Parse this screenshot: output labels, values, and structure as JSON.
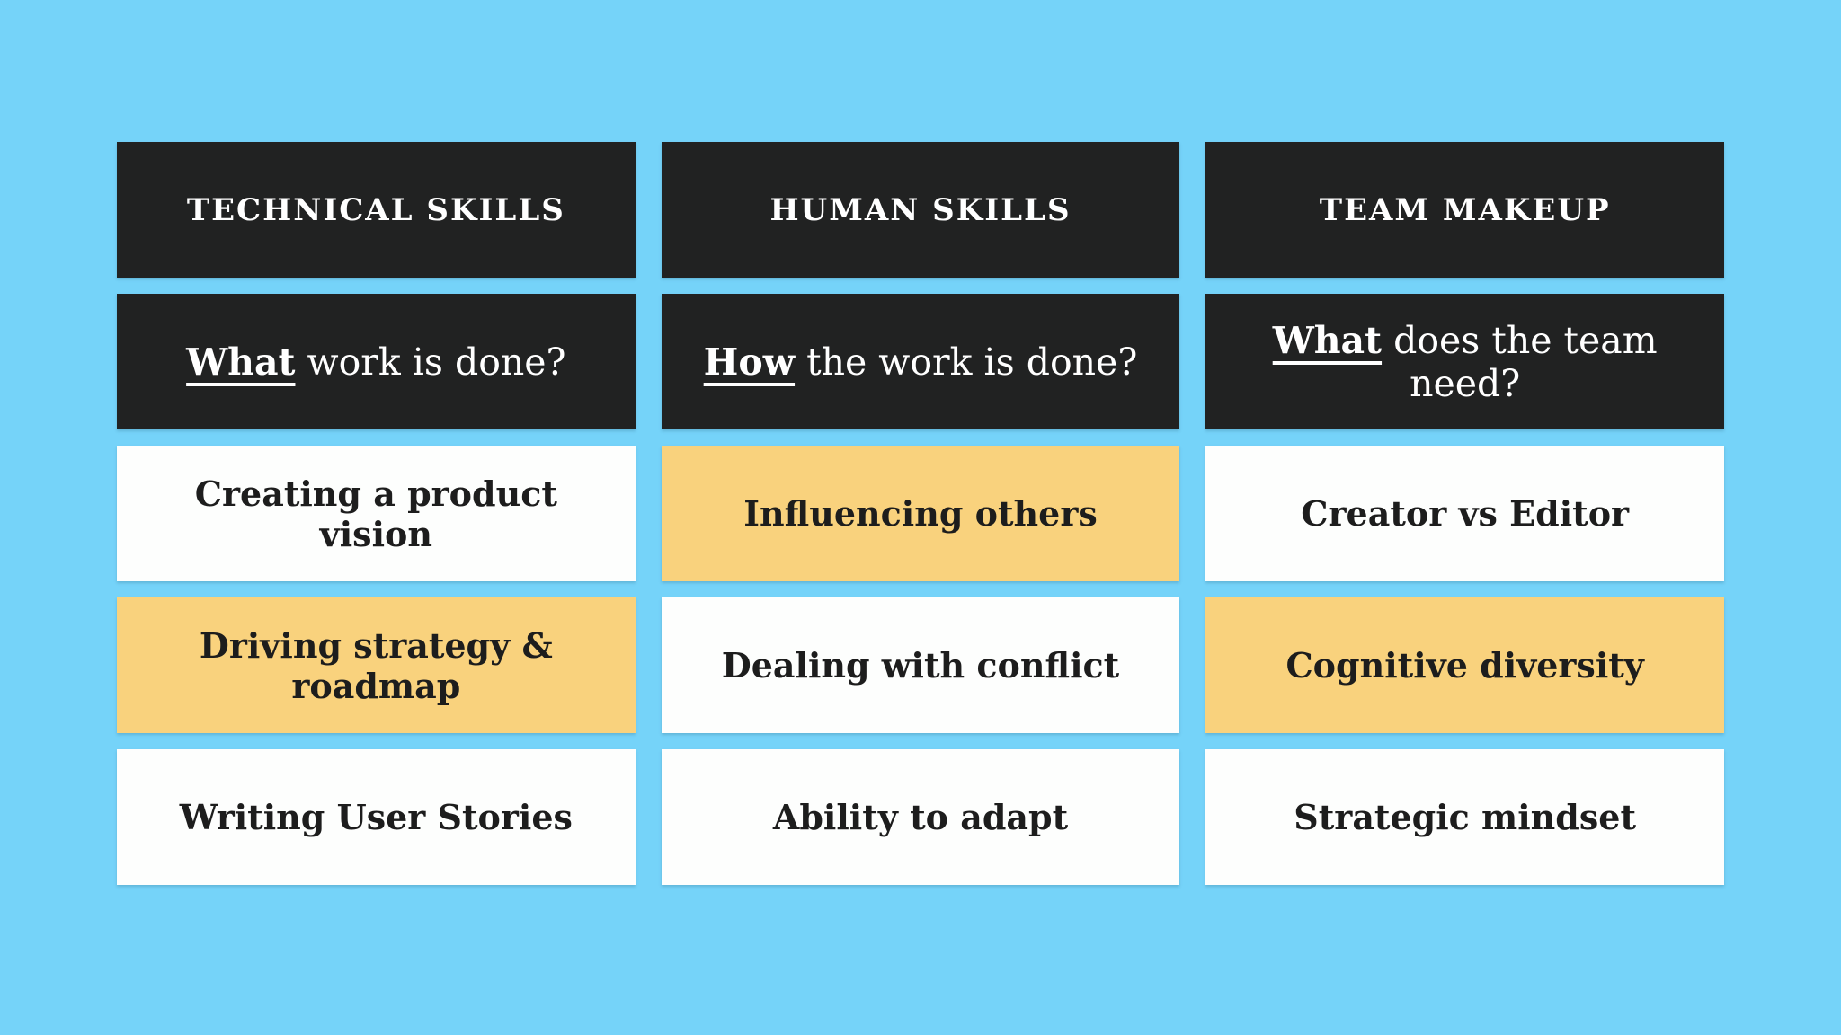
{
  "colors": {
    "background": "#75D3F9",
    "header_bg": "#212222",
    "header_text": "#FFFFFF",
    "cell_bg": "#FDFEFD",
    "highlight_bg": "#F9D27D",
    "cell_text": "#1D1D1D"
  },
  "columns": [
    {
      "header": "TECHNICAL SKILLS",
      "question": {
        "emphasis": "What",
        "rest": " work is done?"
      },
      "cells": [
        {
          "label": "Creating a product vision",
          "highlighted": false
        },
        {
          "label": "Driving strategy & roadmap",
          "highlighted": true
        },
        {
          "label": "Writing User Stories",
          "highlighted": false
        }
      ]
    },
    {
      "header": "HUMAN SKILLS",
      "question": {
        "emphasis": "How",
        "rest": " the work is done?"
      },
      "cells": [
        {
          "label": "Influencing others",
          "highlighted": true
        },
        {
          "label": "Dealing with conflict",
          "highlighted": false
        },
        {
          "label": "Ability to adapt",
          "highlighted": false
        }
      ]
    },
    {
      "header": "TEAM MAKEUP",
      "question": {
        "emphasis": "What",
        "rest": " does the team need?"
      },
      "cells": [
        {
          "label": "Creator vs Editor",
          "highlighted": false
        },
        {
          "label": "Cognitive diversity",
          "highlighted": true
        },
        {
          "label": "Strategic mindset",
          "highlighted": false
        }
      ]
    }
  ]
}
